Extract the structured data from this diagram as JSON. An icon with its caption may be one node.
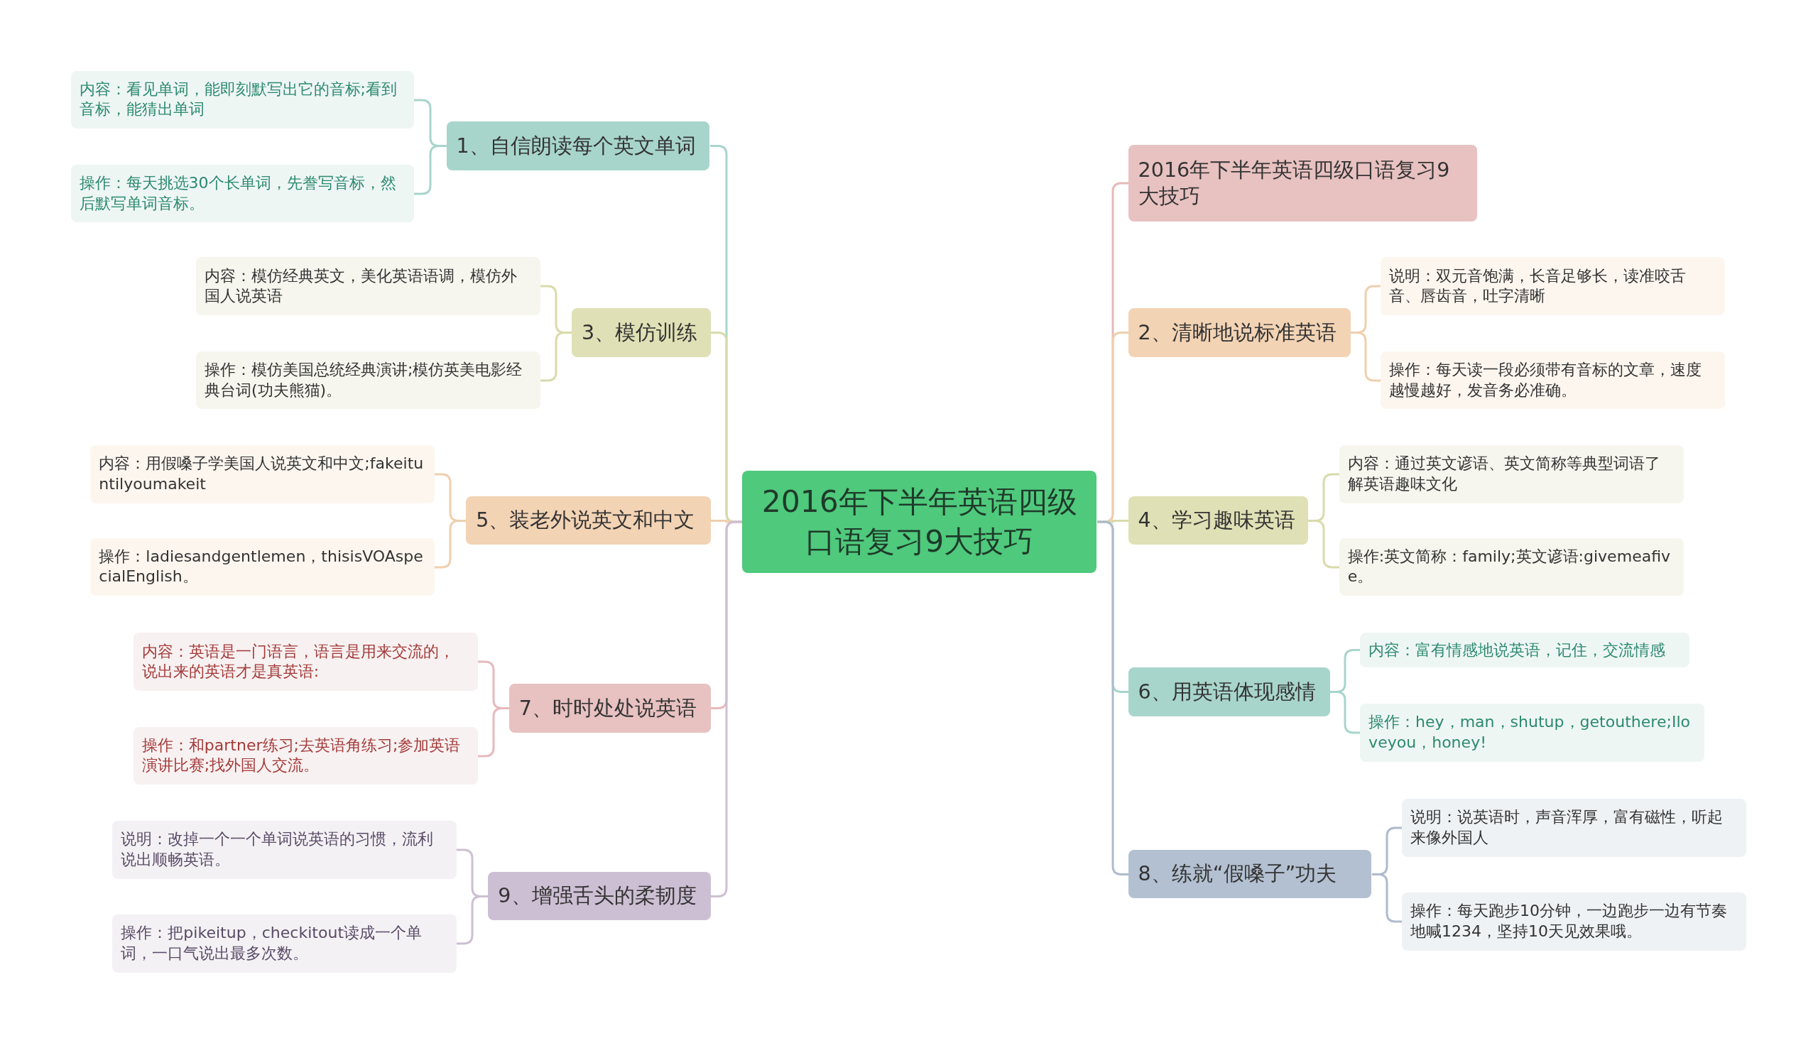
{
  "diagram": {
    "nodes": [
      {
        "text": [
          "2016年下半年英语四级口语复习9大技巧"
        ]
      },
      {
        "text": [
          "2016年下半年英语四级口语复习9大技巧"
        ]
      },
      {
        "text": [
          "2、清晰地说标准英语"
        ]
      },
      {
        "text": [
          "说明：双元音饱满，长音足够长，读准咬舌音、唇齿音，吐字清晰"
        ]
      },
      {
        "text": [
          "操作：每天读一段必须带有音标的文章，速度越慢越好，发音务必准确。"
        ]
      },
      {
        "text": [
          "4、学习趣味英语"
        ]
      },
      {
        "text": [
          "内容：通过英文谚语、英文简称等典型词语了解英语趣味文化"
        ]
      },
      {
        "text": [
          "操作:英文简称：family;英文谚语:givemeafive。"
        ]
      },
      {
        "text": [
          "6、用英语体现感情"
        ]
      },
      {
        "text": [
          "内容：富有情感地说英语，记住，交流情感"
        ]
      },
      {
        "text": [
          "操作：hey，man，shutup，getouthere;Iloveyou，honey!"
        ]
      },
      {
        "text": [
          "8、练就“假嗓子”功夫"
        ]
      },
      {
        "text": [
          "说明：说英语时，声音浑厚，富有磁性，听起来像外国人"
        ]
      },
      {
        "text": [
          "操作：每天跑步10分钟，一边跑步一边有节奏地喊1234，坚持10天见效果哦。"
        ]
      },
      {
        "text": [
          "1、自信朗读每个英文单词"
        ]
      },
      {
        "text": [
          "内容：看见单词，能即刻默写出它的音标;看到音标，能猜出单词"
        ]
      },
      {
        "text": [
          "操作：每天挑选30个长单词，先誊写音标，然后默写单词音标。"
        ]
      },
      {
        "text": [
          "3、模仿训练"
        ]
      },
      {
        "text": [
          "内容：模仿经典英文，美化英语语调，模仿外国人说英语"
        ]
      },
      {
        "text": [
          "操作：模仿美国总统经典演讲;模仿英美电影经典台词(功夫熊猫)。"
        ]
      },
      {
        "text": [
          "5、装老外说英文和中文"
        ]
      },
      {
        "text": [
          "内容：用假嗓子学美国人说英文和中文;fakeituntilyoumakeit"
        ]
      },
      {
        "text": [
          "操作：ladiesandgentlemen，thisisVOAspecialEnglish。"
        ]
      },
      {
        "text": [
          "7、时时处处说英语"
        ]
      },
      {
        "text": [
          "内容：英语是一门语言，语言是用来交流的，说出来的英语才是真英语:"
        ]
      },
      {
        "text": [
          "操作：和partner练习;去英语角练习;参加英语演讲比赛;找外国人交流。"
        ]
      },
      {
        "text": [
          "9、增强舌头的柔韧度"
        ]
      },
      {
        "text": [
          "说明：改掉一个一个单词说英语的习惯，流利说出顺畅英语。"
        ]
      },
      {
        "text": [
          "操作：把pikeitup，checkitout读成一个单词，一口气说出最多次数。"
        ]
      }
    ],
    "edges": [
      {
        "from": 0,
        "to": 1,
        "arrow": "none",
        "color": "#e6b9b9"
      },
      {
        "from": 0,
        "to": 2,
        "arrow": "none",
        "color": "#efcfae"
      },
      {
        "from": 2,
        "to": 3,
        "arrow": "none",
        "color": "#efcfae"
      },
      {
        "from": 2,
        "to": 4,
        "arrow": "none",
        "color": "#efcfae"
      },
      {
        "from": 0,
        "to": 5,
        "arrow": "none",
        "color": "#d8dbab"
      },
      {
        "from": 5,
        "to": 6,
        "arrow": "none",
        "color": "#d8dbab"
      },
      {
        "from": 5,
        "to": 7,
        "arrow": "none",
        "color": "#d8dbab"
      },
      {
        "from": 0,
        "to": 8,
        "arrow": "none",
        "color": "#a8d5cb"
      },
      {
        "from": 8,
        "to": 9,
        "arrow": "none",
        "color": "#a8d5cb"
      },
      {
        "from": 8,
        "to": 10,
        "arrow": "none",
        "color": "#a8d5cb"
      },
      {
        "from": 0,
        "to": 11,
        "arrow": "none",
        "color": "#aebbcc"
      },
      {
        "from": 11,
        "to": 12,
        "arrow": "none",
        "color": "#aebbcc"
      },
      {
        "from": 11,
        "to": 13,
        "arrow": "none",
        "color": "#aebbcc"
      },
      {
        "from": 0,
        "to": 14,
        "arrow": "none",
        "color": "#a8d5cb"
      },
      {
        "from": 14,
        "to": 15,
        "arrow": "none",
        "color": "#a8d5cb"
      },
      {
        "from": 14,
        "to": 16,
        "arrow": "none",
        "color": "#a8d5cb"
      },
      {
        "from": 0,
        "to": 17,
        "arrow": "none",
        "color": "#d8dbab"
      },
      {
        "from": 17,
        "to": 18,
        "arrow": "none",
        "color": "#d8dbab"
      },
      {
        "from": 17,
        "to": 19,
        "arrow": "none",
        "color": "#d8dbab"
      },
      {
        "from": 0,
        "to": 20,
        "arrow": "none",
        "color": "#efcfae"
      },
      {
        "from": 20,
        "to": 21,
        "arrow": "none",
        "color": "#efcfae"
      },
      {
        "from": 20,
        "to": 22,
        "arrow": "none",
        "color": "#efcfae"
      },
      {
        "from": 0,
        "to": 23,
        "arrow": "none",
        "color": "#e6b9bd"
      },
      {
        "from": 23,
        "to": 24,
        "arrow": "none",
        "color": "#e6b9bd"
      },
      {
        "from": 23,
        "to": 25,
        "arrow": "none",
        "color": "#e6b9bd"
      },
      {
        "from": 0,
        "to": 26,
        "arrow": "none",
        "color": "#cdbfd3"
      },
      {
        "from": 26,
        "to": 27,
        "arrow": "none",
        "color": "#cdbfd3"
      },
      {
        "from": 26,
        "to": 28,
        "arrow": "none",
        "color": "#cdbfd3"
      }
    ]
  }
}
